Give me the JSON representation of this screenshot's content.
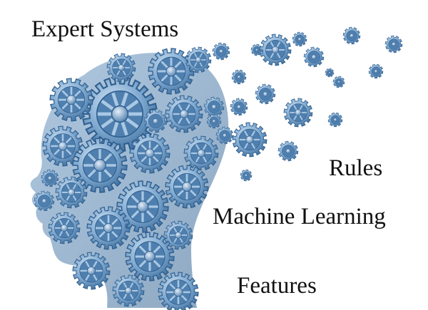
{
  "labels": {
    "expert_systems": "Expert Systems",
    "rules": "Rules",
    "machine_learning": "Machine Learning",
    "features": "Features"
  },
  "illustration": {
    "subject": "human-head-profile",
    "icon": "gears-icon",
    "colors": {
      "gear_light": "#a9c8e4",
      "gear_mid": "#5e8fbd",
      "gear_dark": "#2f5f8f",
      "head_shadow": "#3a6a98",
      "background": "#ffffff"
    }
  }
}
